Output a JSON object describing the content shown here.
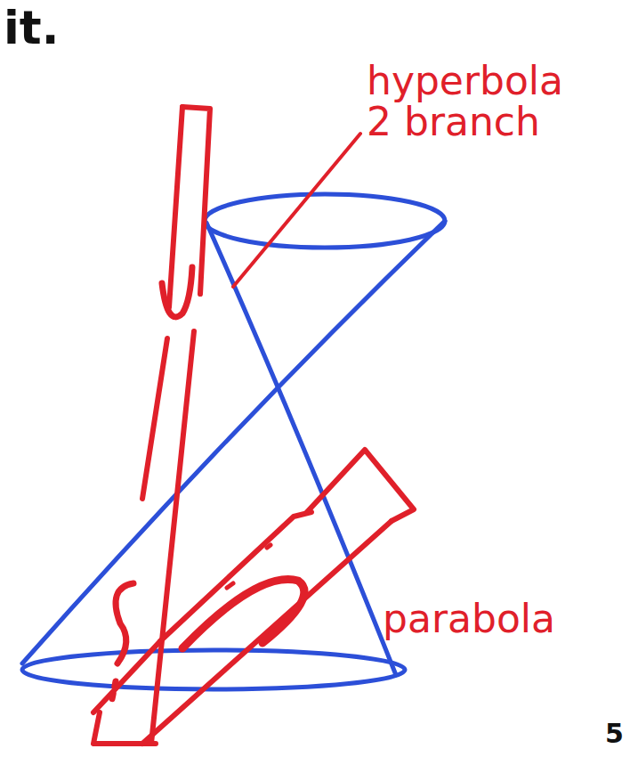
{
  "diagram": {
    "labels": [
      "it.",
      "hyperbola 2 branch",
      "parabola",
      "5"
    ]
  }
}
